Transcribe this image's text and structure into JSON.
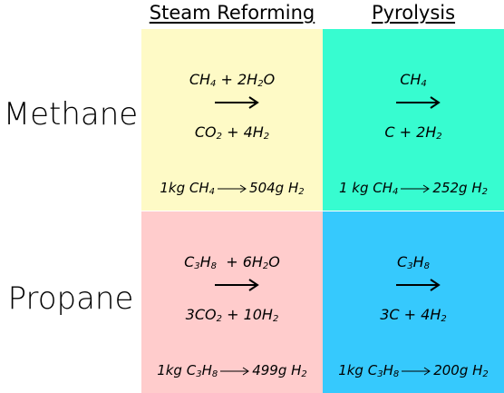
{
  "columns": [
    "Steam Reforming",
    "Pyrolysis"
  ],
  "rows": [
    "Methane",
    "Propane"
  ],
  "cells": {
    "methane_steam": {
      "reactants": [
        "CH",
        "4",
        " + 2H",
        "2",
        "O"
      ],
      "products": [
        "CO",
        "2",
        " + 4H",
        "2"
      ],
      "yield": [
        "1kg CH",
        "4",
        "504g H",
        "2"
      ]
    },
    "methane_pyrolysis": {
      "reactants": [
        "CH",
        "4"
      ],
      "products": [
        "C + 2H",
        "2"
      ],
      "yield": [
        "1 kg CH",
        "4",
        "252g H",
        "2"
      ]
    },
    "propane_steam": {
      "reactants": [
        "C",
        "3",
        "H",
        "8",
        "  + 6H",
        "2",
        "O"
      ],
      "products": [
        "3CO",
        "2",
        " + 10H",
        "2"
      ],
      "yield": [
        "1kg C",
        "3",
        "H",
        "8",
        "499g H",
        "2"
      ]
    },
    "propane_pyrolysis": {
      "reactants": [
        "C",
        "3",
        "H",
        "8"
      ],
      "products": [
        "3C + 4H",
        "2"
      ],
      "yield": [
        "1kg C",
        "3",
        "H",
        "8",
        "200g H",
        "2"
      ]
    }
  },
  "colors": {
    "methane_steam": "#fefac6",
    "methane_pyrolysis": "#37fcd0",
    "propane_steam": "#ffcccc",
    "propane_pyrolysis": "#36c9fd"
  }
}
